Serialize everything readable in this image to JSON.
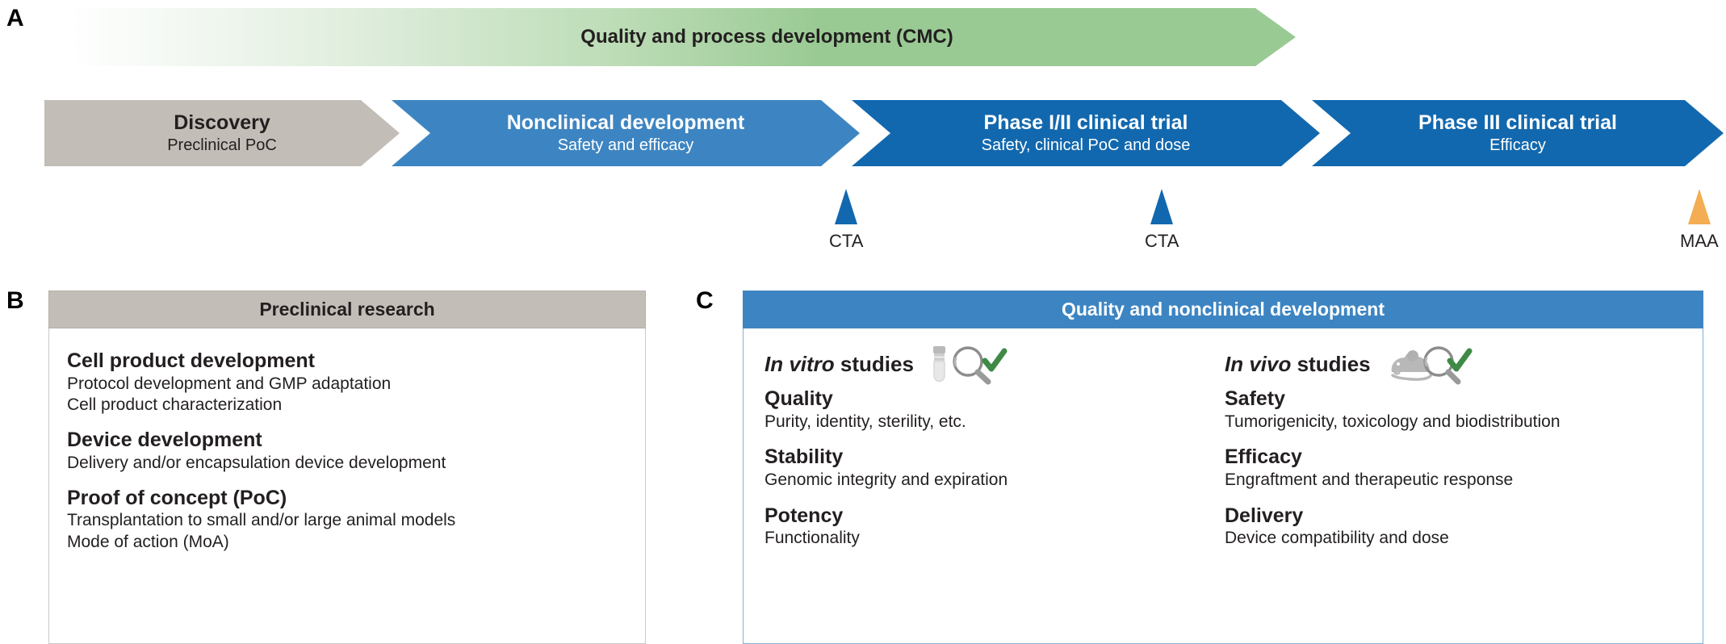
{
  "panels": {
    "a": {
      "letter": "A"
    },
    "b": {
      "letter": "B"
    },
    "c": {
      "letter": "C"
    }
  },
  "panel_a": {
    "cmc_band": {
      "label": "Quality and process development (CMC)",
      "color": "#9ACA94"
    },
    "stages": [
      {
        "title": "Discovery",
        "subtitle": "Preclinical PoC",
        "color": "#C3BDB7"
      },
      {
        "title": "Nonclinical development",
        "subtitle": "Safety and efficacy",
        "color": "#3D85C2"
      },
      {
        "title": "Phase I/II clinical trial",
        "subtitle": "Safety, clinical PoC and dose",
        "color": "#1268AE"
      },
      {
        "title": "Phase III clinical trial",
        "subtitle": "Efficacy",
        "color": "#1268AE"
      }
    ],
    "milestones": [
      {
        "label": "CTA",
        "color": "#1268AE"
      },
      {
        "label": "CTA",
        "color": "#1268AE"
      },
      {
        "label": "MAA",
        "color": "#F4AD53"
      }
    ]
  },
  "panel_b": {
    "header": "Preclinical research",
    "header_color": "#C3BDB7",
    "groups": [
      {
        "title": "Cell product development",
        "lines": [
          "Protocol development and GMP adaptation",
          "Cell product characterization"
        ]
      },
      {
        "title": "Device development",
        "lines": [
          "Delivery and/or encapsulation device development"
        ]
      },
      {
        "title": "Proof of concept (PoC)",
        "lines": [
          "Transplantation to small and/or large animal models",
          "Mode of action (MoA)"
        ]
      }
    ]
  },
  "panel_c": {
    "header": "Quality and nonclinical development",
    "header_color": "#3D85C2",
    "columns": [
      {
        "heading_italic": "In vitro",
        "heading_rest": " studies",
        "icon": "test-tube-magnifier-check-icon",
        "groups": [
          {
            "title": "Quality",
            "lines": [
              "Purity, identity, sterility, etc."
            ]
          },
          {
            "title": "Stability",
            "lines": [
              "Genomic integrity and expiration"
            ]
          },
          {
            "title": "Potency",
            "lines": [
              "Functionality"
            ]
          }
        ]
      },
      {
        "heading_italic": "In vivo",
        "heading_rest": " studies",
        "icon": "mouse-magnifier-check-icon",
        "groups": [
          {
            "title": "Safety",
            "lines": [
              "Tumorigenicity, toxicology and biodistribution"
            ]
          },
          {
            "title": "Efficacy",
            "lines": [
              "Engraftment and therapeutic response"
            ]
          },
          {
            "title": "Delivery",
            "lines": [
              "Device compatibility and dose"
            ]
          }
        ]
      }
    ]
  }
}
